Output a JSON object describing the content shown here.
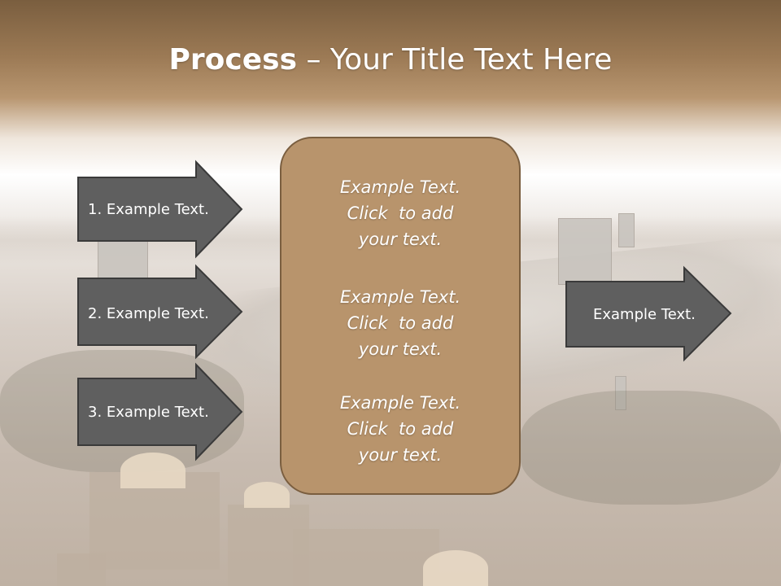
{
  "slide": {
    "title_bold": "Process",
    "title_rest": " – Your Title Text Here"
  },
  "left_arrows": [
    {
      "label": "1. Example Text."
    },
    {
      "label": "2. Example Text."
    },
    {
      "label": "3. Example Text."
    }
  ],
  "center_box": {
    "blocks": [
      {
        "line1": "Example Text.",
        "line2": "Click  to add",
        "line3": "your text."
      },
      {
        "line1": "Example Text.",
        "line2": "Click  to add",
        "line3": "your text."
      },
      {
        "line1": "Example Text.",
        "line2": "Click  to add",
        "line3": "your text."
      }
    ]
  },
  "right_arrow": {
    "label": "Example Text."
  },
  "colors": {
    "title_band": "#9c7a55",
    "arrow_fill": "#5f5f5f",
    "arrow_stroke": "#3a3a3a",
    "box_fill": "#b8946c",
    "box_stroke": "#7a5e3f",
    "text": "#ffffff"
  }
}
